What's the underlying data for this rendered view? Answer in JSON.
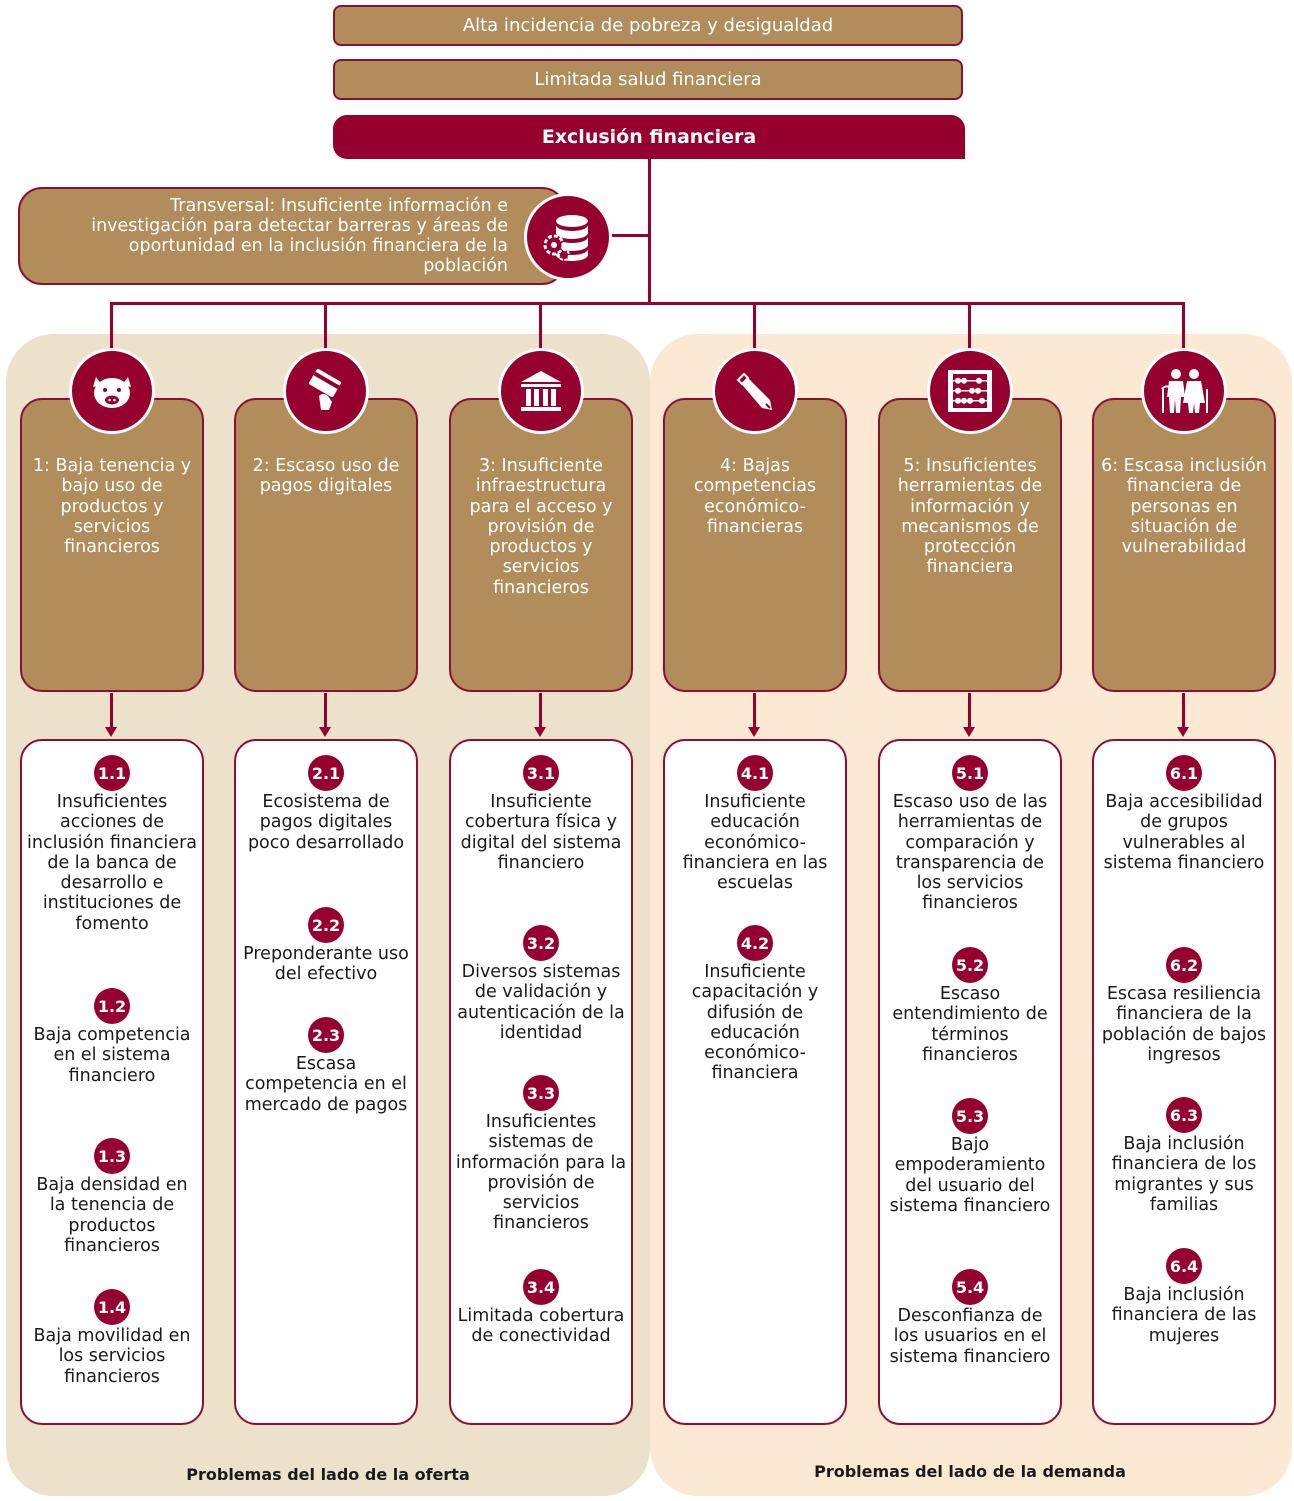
{
  "top": {
    "poverty": "Alta incidencia de pobreza y desigualdad",
    "health": "Limitada salud financiera",
    "exclusion": "Exclusión financiera"
  },
  "transversal": {
    "text": "Transversal: Insuficiente información e investigación para detectar barreras y áreas de oportunidad en la inclusión financiera de la población",
    "icon": "database-gear-icon"
  },
  "panels": {
    "oferta": "Problemas del lado de la oferta",
    "demanda": "Problemas del lado de la demanda"
  },
  "colors": {
    "primary": "#95002e",
    "tan": "#b08d5b",
    "oferta_bg": "#ece1cb",
    "demanda_bg": "#fbe9d4"
  },
  "categories": [
    {
      "icon": "piggy-bank-icon",
      "label": "1: Baja tenencia y bajo uso de productos y servicios financieros",
      "items": [
        {
          "num": "1.1",
          "text": "Insuficientes acciones de inclusión financiera de la banca de desarrollo e instituciones de fomento"
        },
        {
          "num": "1.2",
          "text": "Baja competencia en el sistema financiero"
        },
        {
          "num": "1.3",
          "text": "Baja densidad en la tenencia de productos financieros"
        },
        {
          "num": "1.4",
          "text": "Baja movilidad en los servicios financieros"
        }
      ]
    },
    {
      "icon": "card-payment-icon",
      "label": "2: Escaso uso de pagos digitales",
      "items": [
        {
          "num": "2.1",
          "text": "Ecosistema de pagos digitales poco desarrollado"
        },
        {
          "num": "2.2",
          "text": "Preponderante uso del efectivo"
        },
        {
          "num": "2.3",
          "text": "Escasa competencia en el mercado de pagos"
        }
      ]
    },
    {
      "icon": "bank-building-icon",
      "label": "3: Insuficiente infraestructura para el acceso y provisión de productos y servicios financieros",
      "items": [
        {
          "num": "3.1",
          "text": "Insuficiente cobertura física y digital del sistema financiero"
        },
        {
          "num": "3.2",
          "text": "Diversos sistemas de validación y autenticación de la identidad"
        },
        {
          "num": "3.3",
          "text": "Insuficientes sistemas de información para la provisión de servicios financieros"
        },
        {
          "num": "3.4",
          "text": "Limitada cobertura de conectividad"
        }
      ]
    },
    {
      "icon": "pencil-icon",
      "label": "4: Bajas competencias económico-financieras",
      "items": [
        {
          "num": "4.1",
          "text": "Insuficiente educación económico-financiera en las escuelas"
        },
        {
          "num": "4.2",
          "text": "Insuficiente capacitación y difusión de educación económico-financiera"
        }
      ]
    },
    {
      "icon": "abacus-icon",
      "label": "5: Insuficientes herramientas de información y mecanismos de protección financiera",
      "items": [
        {
          "num": "5.1",
          "text": "Escaso uso de las herramientas de comparación y transparencia de los servicios financieros"
        },
        {
          "num": "5.2",
          "text": "Escaso entendimiento de términos financieros"
        },
        {
          "num": "5.3",
          "text": "Bajo empoderamiento del usuario del sistema financiero"
        },
        {
          "num": "5.4",
          "text": "Desconfianza de los usuarios en el sistema financiero"
        }
      ]
    },
    {
      "icon": "elderly-couple-icon",
      "label": "6: Escasa inclusión financiera de personas en situación de vulnerabilidad",
      "items": [
        {
          "num": "6.1",
          "text": "Baja accesibilidad de grupos vulnerables al sistema financiero"
        },
        {
          "num": "6.2",
          "text": "Escasa resiliencia financiera de la población de bajos ingresos"
        },
        {
          "num": "6.3",
          "text": "Baja inclusión financiera de los migrantes y sus familias"
        },
        {
          "num": "6.4",
          "text": "Baja inclusión financiera de las mujeres"
        }
      ]
    }
  ]
}
